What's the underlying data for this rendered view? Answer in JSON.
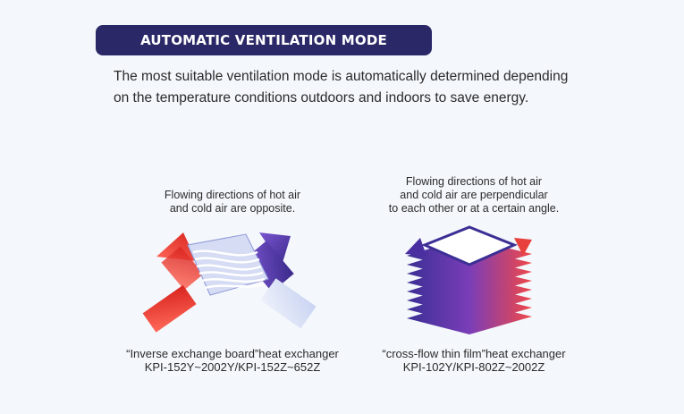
{
  "header": {
    "title": "AUTOMATIC VENTILATION MODE",
    "intro_line1": "The most suitable ventilation mode is automatically determined depending",
    "intro_line2": "on the temperature conditions outdoors and indoors to save energy."
  },
  "left_panel": {
    "caption_line1": "Flowing directions of hot air",
    "caption_line2": "and cold air are opposite.",
    "label_line1": "“Inverse exchange board”heat exchanger",
    "label_line2": "KPI-152Y~2002Y/KPI-152Z~652Z"
  },
  "right_panel": {
    "caption_line1": "Flowing directions of hot air",
    "caption_line2": "and cold air are perpendicular",
    "caption_line3": "to each other or at a certain angle.",
    "label_line1": "“cross-flow thin film”heat exchanger",
    "label_line2": "KPI-102Y/KPI-802Z~2002Z"
  },
  "colors": {
    "title_bg": "#2a2867",
    "hot_air": "#e8403c",
    "cold_air": "#5a3aa6"
  }
}
